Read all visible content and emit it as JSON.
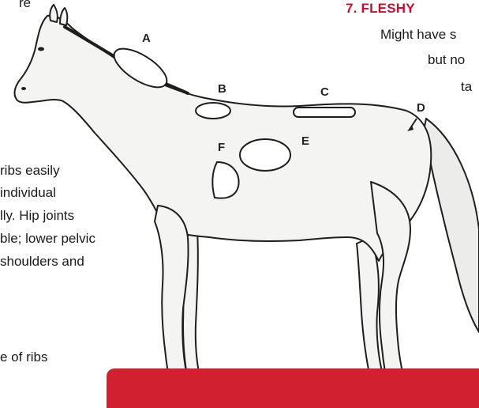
{
  "heading": "7. FLESHY",
  "right_text": {
    "line1": "Might have s",
    "line2": "but no",
    "line3": "ta"
  },
  "left_text": {
    "line1": "ribs easily",
    "line2": "individual",
    "line3": "lly. Hip joints",
    "line4": "ble; lower pelvic",
    "line5": "shoulders and",
    "line6": "e of ribs"
  },
  "labels": {
    "a": "A",
    "b": "B",
    "c": "C",
    "d": "D",
    "e": "E",
    "f": "F",
    "partial": "re"
  },
  "colors": {
    "accent": "#c8102e",
    "bar": "#d1202f"
  }
}
